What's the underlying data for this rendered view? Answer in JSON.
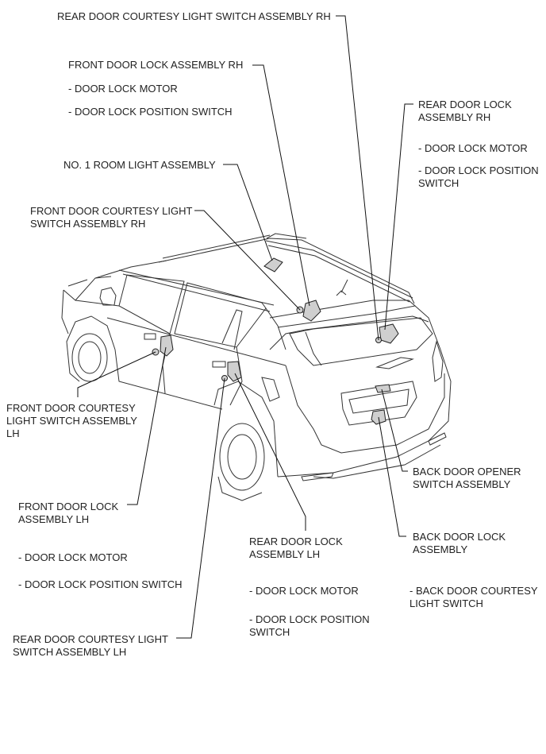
{
  "labels": {
    "rear_door_courtesy_rh": [
      "REAR DOOR COURTESY LIGHT SWITCH ASSEMBLY RH"
    ],
    "front_door_lock_rh": [
      "FRONT DOOR LOCK ASSEMBLY RH"
    ],
    "front_door_lock_rh_motor": [
      "- DOOR LOCK MOTOR"
    ],
    "front_door_lock_rh_switch": [
      "- DOOR LOCK POSITION SWITCH"
    ],
    "rear_door_lock_rh": [
      "REAR DOOR LOCK",
      "ASSEMBLY RH"
    ],
    "rear_door_lock_rh_motor": [
      "- DOOR LOCK MOTOR"
    ],
    "rear_door_lock_rh_switch": [
      "- DOOR LOCK POSITION",
      "SWITCH"
    ],
    "room_light": [
      "NO. 1 ROOM LIGHT ASSEMBLY"
    ],
    "front_door_courtesy_rh": [
      "FRONT DOOR COURTESY LIGHT",
      "SWITCH ASSEMBLY RH"
    ],
    "front_door_courtesy_lh": [
      "FRONT DOOR COURTESY",
      "LIGHT SWITCH ASSEMBLY",
      "LH"
    ],
    "front_door_lock_lh": [
      "FRONT DOOR LOCK",
      "ASSEMBLY LH"
    ],
    "front_door_lock_lh_motor": [
      "- DOOR LOCK MOTOR"
    ],
    "front_door_lock_lh_switch": [
      "- DOOR LOCK POSITION SWITCH"
    ],
    "rear_door_courtesy_lh": [
      "REAR DOOR COURTESY LIGHT",
      "SWITCH ASSEMBLY LH"
    ],
    "rear_door_lock_lh": [
      "REAR DOOR LOCK",
      "ASSEMBLY LH"
    ],
    "rear_door_lock_lh_motor": [
      "- DOOR LOCK MOTOR"
    ],
    "rear_door_lock_lh_switch": [
      "- DOOR LOCK POSITION",
      "SWITCH"
    ],
    "back_door_opener": [
      "BACK DOOR OPENER",
      "SWITCH ASSEMBLY"
    ],
    "back_door_lock": [
      "BACK DOOR LOCK",
      "ASSEMBLY"
    ],
    "back_door_courtesy": [
      "- BACK DOOR COURTESY",
      "LIGHT SWITCH"
    ]
  }
}
